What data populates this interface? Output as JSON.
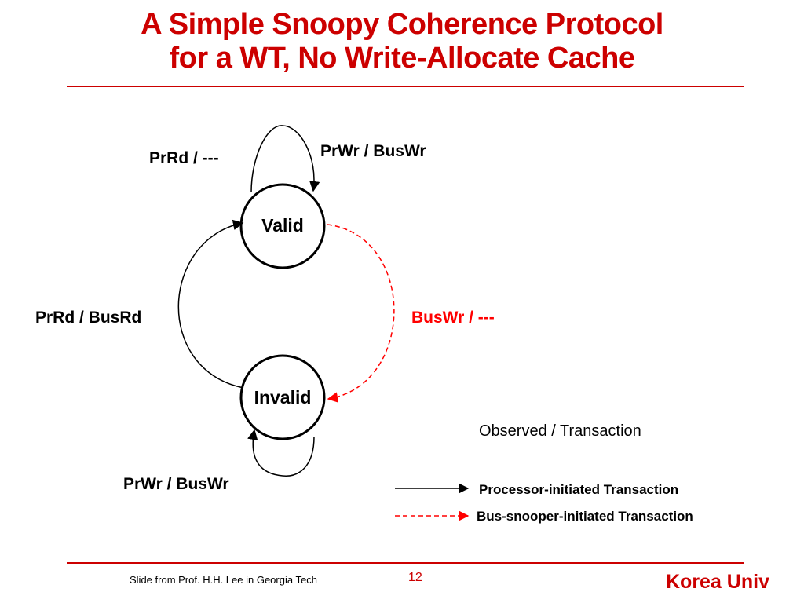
{
  "slide": {
    "title_line1": "A Simple Snoopy Coherence Protocol",
    "title_line2": "for a WT, No Write-Allocate Cache"
  },
  "states": {
    "valid": "Valid",
    "invalid": "Invalid"
  },
  "transitions": {
    "valid_self_read": "PrRd / ---",
    "valid_self_write": "PrWr / BusWr",
    "invalid_to_valid": "PrRd / BusRd",
    "valid_to_invalid": "BusWr / ---",
    "invalid_self_write": "PrWr / BusWr"
  },
  "legend": {
    "heading": "Observed / Transaction",
    "processor": "Processor-initiated Transaction",
    "snooper": "Bus-snooper-initiated Transaction"
  },
  "footer": {
    "credit": "Slide from Prof. H.H. Lee in Georgia Tech",
    "page_number": "12",
    "brand": "Korea Univ"
  },
  "colors": {
    "accent": "#cc0000",
    "snoop_arrow": "#ff0000",
    "solid_arrow": "#000000"
  }
}
